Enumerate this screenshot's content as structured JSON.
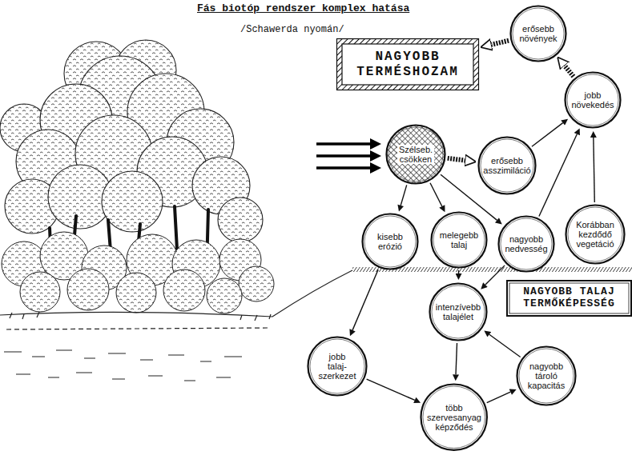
{
  "diagram": {
    "title": "Fás biotóp rendszer komplex hatása",
    "nodes": [
      {
        "text": [
          "NAGYOBB TERMÉSHOZAM"
        ]
      },
      {
        "text": [
          "erősebb növények"
        ]
      },
      {
        "text": [
          "jobb növekedés"
        ]
      },
      {
        "text": [
          "Szélseb. csökken"
        ]
      },
      {
        "text": [
          "erősebb asszimiláció"
        ]
      },
      {
        "text": [
          "kisebb erózió"
        ]
      },
      {
        "text": [
          "melegebb talaj"
        ]
      },
      {
        "text": [
          "nagyobb nedvesség"
        ]
      },
      {
        "text": [
          "Korábban kezdődő vegetáció"
        ]
      },
      {
        "text": [
          "NAGYOBB TALAJ TERMŐKÉPESSÉG"
        ]
      },
      {
        "text": [
          "intenzívebb talajélet"
        ]
      },
      {
        "text": [
          "jobb talaj-szerkezet"
        ]
      },
      {
        "text": [
          "több szervesanyag képződés"
        ]
      },
      {
        "text": [
          "nagyobb tároló kapacitás"
        ]
      }
    ],
    "edges": [
      {
        "from": 3,
        "to": 4,
        "arrow": "to"
      },
      {
        "from": 4,
        "to": 2,
        "arrow": "to"
      },
      {
        "from": 2,
        "to": 1,
        "arrow": "to"
      },
      {
        "from": 1,
        "to": 0,
        "arrow": "to"
      },
      {
        "from": 3,
        "to": 5,
        "arrow": "to"
      },
      {
        "from": 3,
        "to": 6,
        "arrow": "to"
      },
      {
        "from": 3,
        "to": 7,
        "arrow": "to"
      },
      {
        "from": 7,
        "to": 2,
        "arrow": "to"
      },
      {
        "from": 8,
        "to": 2,
        "arrow": "to"
      },
      {
        "from": 5,
        "to": 11,
        "arrow": "to"
      },
      {
        "from": 6,
        "to": 10,
        "arrow": "to"
      },
      {
        "from": 7,
        "to": 10,
        "arrow": "to"
      },
      {
        "from": 10,
        "to": 12,
        "arrow": "to"
      },
      {
        "from": 11,
        "to": 12,
        "arrow": "to"
      },
      {
        "from": 12,
        "to": 13,
        "arrow": "to"
      },
      {
        "from": 13,
        "to": 10,
        "arrow": "to"
      }
    ],
    "labels": [
      "/Schawerda nyomán/"
    ]
  }
}
